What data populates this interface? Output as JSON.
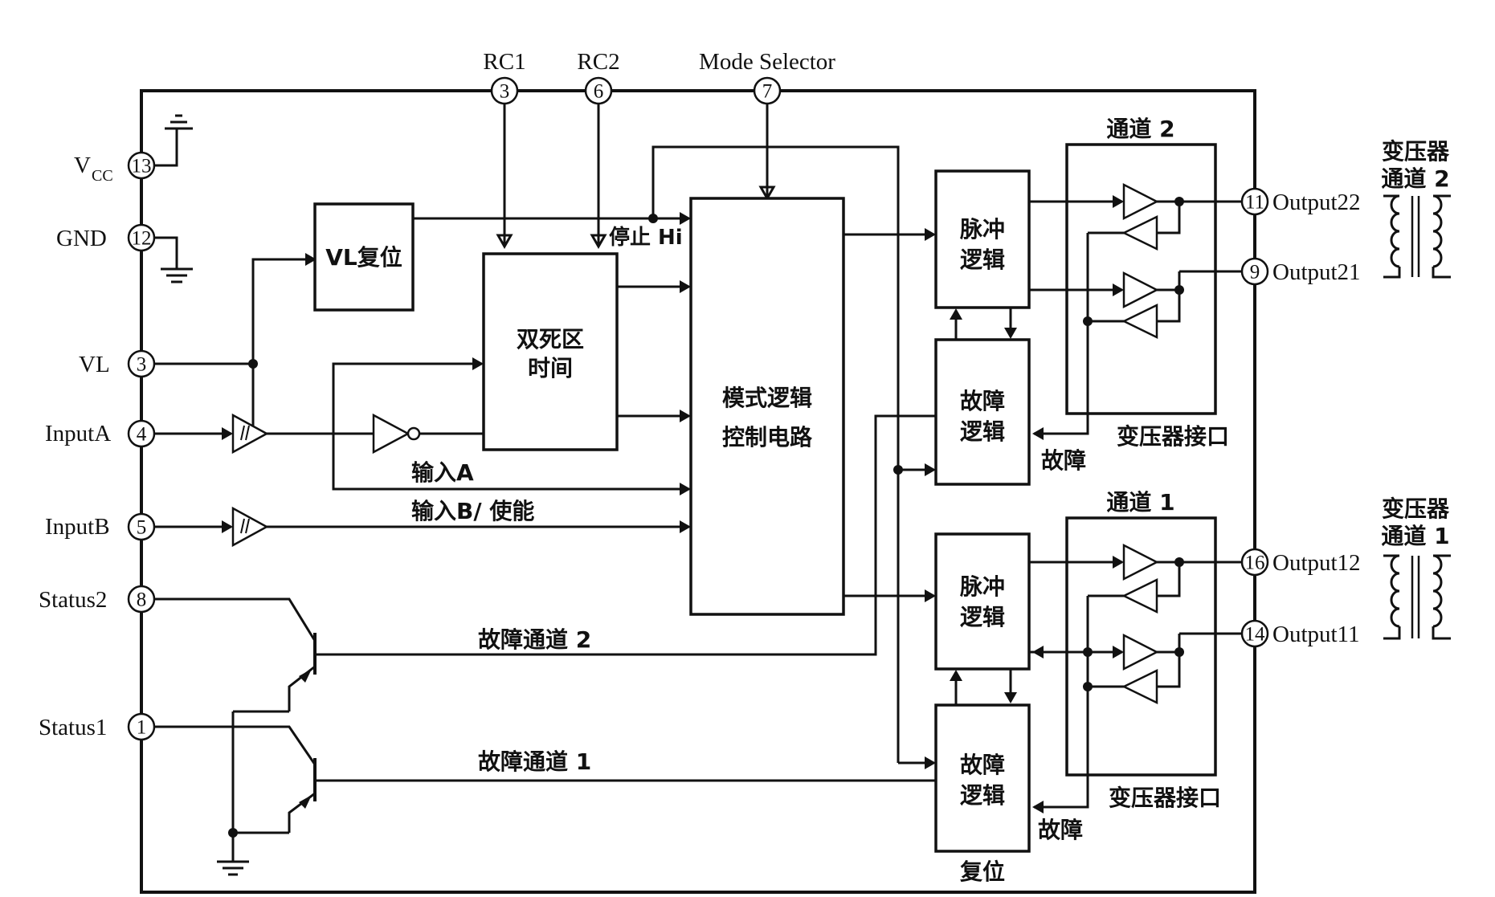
{
  "pins": {
    "rc1": {
      "label": "RC1",
      "num": "3"
    },
    "rc2": {
      "label": "RC2",
      "num": "6"
    },
    "mode": {
      "label": "Mode Selector",
      "num": "7"
    },
    "vcc": {
      "label": "V",
      "sub": "CC",
      "num": "13"
    },
    "gnd": {
      "label": "GND",
      "num": "12"
    },
    "vl": {
      "label": "VL",
      "num": "3"
    },
    "inputa": {
      "label": "InputA",
      "num": "4"
    },
    "inputb": {
      "label": "InputB",
      "num": "5"
    },
    "status2": {
      "label": "Status2",
      "num": "8"
    },
    "status1": {
      "label": "Status1",
      "num": "1"
    },
    "out22": {
      "label": "Output22",
      "num": "11"
    },
    "out21": {
      "label": "Output21",
      "num": "9"
    },
    "out12": {
      "label": "Output12",
      "num": "16"
    },
    "out11": {
      "label": "Output11",
      "num": "14"
    }
  },
  "blocks": {
    "vl_reset": "VL复位",
    "dead_time_1": "双死区",
    "dead_time_2": "时间",
    "mode_logic_1": "模式逻辑",
    "mode_logic_2": "控制电路",
    "pulse_logic_1": "脉冲",
    "pulse_logic_2": "逻辑",
    "fault_logic_1": "故障",
    "fault_logic_2": "逻辑"
  },
  "labels": {
    "stop_hi": "停止 Hi",
    "input_a": "输入A",
    "input_b_enable": "输入B/ 使能",
    "fault_ch2": "故障通道 2",
    "fault_ch1": "故障通道 1",
    "channel2": "通道 2",
    "channel1": "通道 1",
    "xfmr_interface": "变压器接口",
    "fault": "故障",
    "reset": "复位",
    "xfmr_ch2_a": "变压器",
    "xfmr_ch2_b": "通道 2",
    "xfmr_ch1_a": "变压器",
    "xfmr_ch1_b": "通道 1"
  }
}
